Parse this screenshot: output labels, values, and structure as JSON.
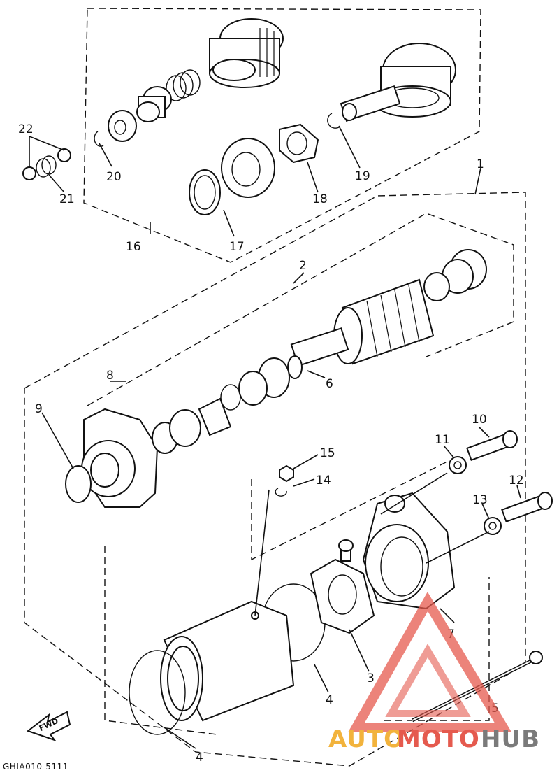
{
  "callouts": {
    "c1": "1",
    "c2": "2",
    "c3": "3",
    "c4a": "4",
    "c4b": "4",
    "c5": "5",
    "c6": "6",
    "c7": "7",
    "c8": "8",
    "c9": "9",
    "c10": "10",
    "c11": "11",
    "c12": "12",
    "c13": "13",
    "c14": "14",
    "c15": "15",
    "c16": "16",
    "c17": "17",
    "c18": "18",
    "c19": "19",
    "c20": "20",
    "c21": "21",
    "c22": "22"
  },
  "fwd_label": "FWD",
  "diagram_code": "GHIA010-5111",
  "watermark": {
    "auto": "AUTO",
    "moto": "MOTO",
    "hub": "HUB",
    "colors": {
      "auto": "#f2b33c",
      "moto": "#e55a4e",
      "hub": "#7a7a7a",
      "logo": "#e55a4e"
    }
  }
}
